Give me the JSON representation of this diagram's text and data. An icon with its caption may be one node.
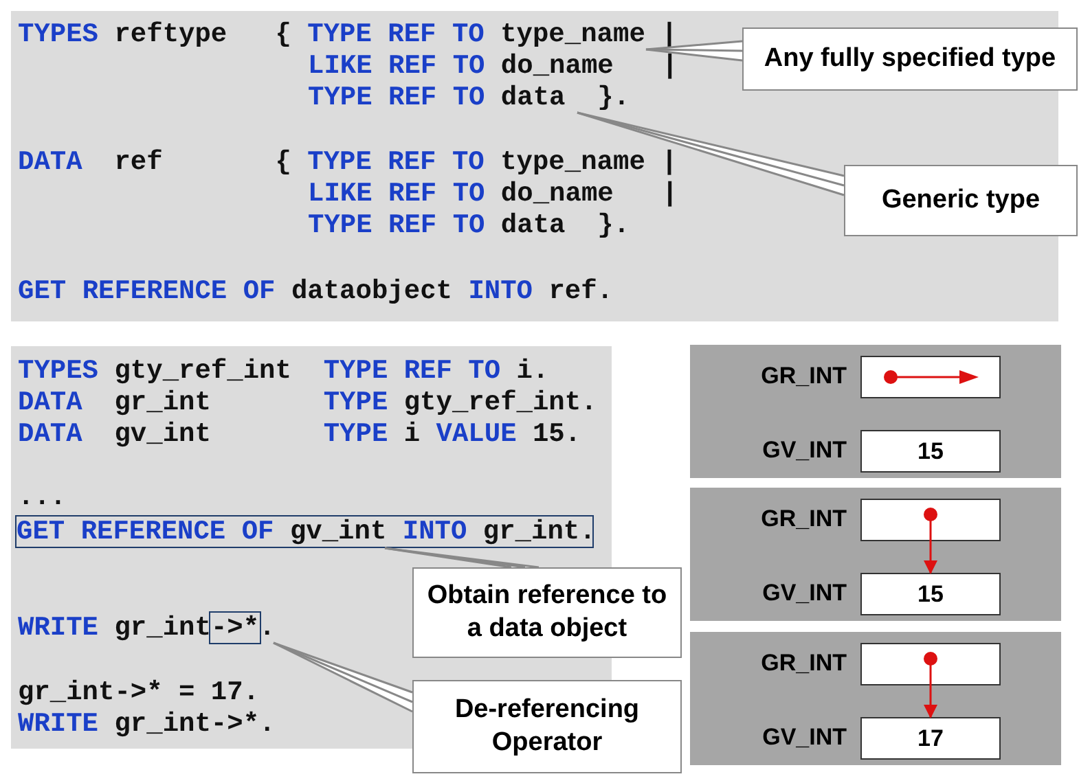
{
  "diagram": {
    "nodes": [
      {
        "text": [],
        "shape": "box"
      },
      {
        "text": [
          "TYPES reftype   { TYPE REF TO type_name |"
        ],
        "in": 0
      },
      {
        "text": [
          "LIKE REF TO do_name   |"
        ],
        "in": 0
      },
      {
        "text": [
          "TYPE REF TO data  }."
        ],
        "in": 0
      },
      {
        "text": [
          "DATA  ref       { TYPE REF TO type_name |"
        ],
        "in": 0
      },
      {
        "text": [
          "LIKE REF TO do_name   |"
        ],
        "in": 0
      },
      {
        "text": [
          "TYPE REF TO data  }."
        ],
        "in": 0
      },
      {
        "text": [
          "GET REFERENCE OF dataobject INTO ref."
        ],
        "in": 0
      },
      {
        "text": [
          "Any fully specified type"
        ]
      },
      {
        "text": [
          "Generic type"
        ]
      },
      {
        "text": [],
        "shape": "box"
      },
      {
        "text": [
          "TYPES gty_ref_int  TYPE REF TO i."
        ],
        "in": 10
      },
      {
        "text": [
          "DATA  gr_int       TYPE gty_ref_int."
        ],
        "in": 10
      },
      {
        "text": [
          "DATA  gv_int       TYPE i VALUE 15."
        ],
        "in": 10
      },
      {
        "text": [
          "..."
        ],
        "in": 10
      },
      {
        "text": [
          "GET REFERENCE OF gv_int INTO gr_int."
        ],
        "in": 10
      },
      {
        "text": [
          "WRITE gr_int->*."
        ],
        "in": 10
      },
      {
        "text": [
          "gr_int->* = 17."
        ],
        "in": 10
      },
      {
        "text": [
          "WRITE gr_int->*."
        ],
        "in": 10
      },
      {
        "text": [
          "Obtain reference to a data object"
        ]
      },
      {
        "text": [
          "De-referencing Operator"
        ]
      },
      {
        "text": [],
        "shape": "box"
      },
      {
        "text": [],
        "shape": "box",
        "in": 21,
        "beside": [
          "GR_INT"
        ]
      },
      {
        "text": [
          "15"
        ],
        "in": 21,
        "beside": [
          "GV_INT"
        ]
      },
      {
        "text": [],
        "shape": "box"
      },
      {
        "text": [],
        "shape": "box",
        "in": 24,
        "beside": [
          "GR_INT"
        ]
      },
      {
        "text": [
          "15"
        ],
        "in": 24,
        "beside": [
          "GV_INT"
        ]
      },
      {
        "text": [],
        "shape": "box"
      },
      {
        "text": [],
        "shape": "box",
        "in": 27,
        "beside": [
          "GR_INT"
        ]
      },
      {
        "text": [
          "17"
        ],
        "in": 27,
        "beside": [
          "GV_INT"
        ]
      }
    ],
    "edges": [
      {
        "from": 8,
        "to": 1,
        "arrow": "none"
      },
      {
        "from": 9,
        "to": 3,
        "arrow": "none"
      },
      {
        "from": 19,
        "to": 15,
        "arrow": "none"
      },
      {
        "from": 20,
        "to": 16,
        "arrow": "none"
      },
      {
        "from": 25,
        "to": 26,
        "arrow": "to",
        "color": "#dd1111"
      },
      {
        "from": 28,
        "to": 29,
        "arrow": "to",
        "color": "#dd1111"
      }
    ]
  }
}
